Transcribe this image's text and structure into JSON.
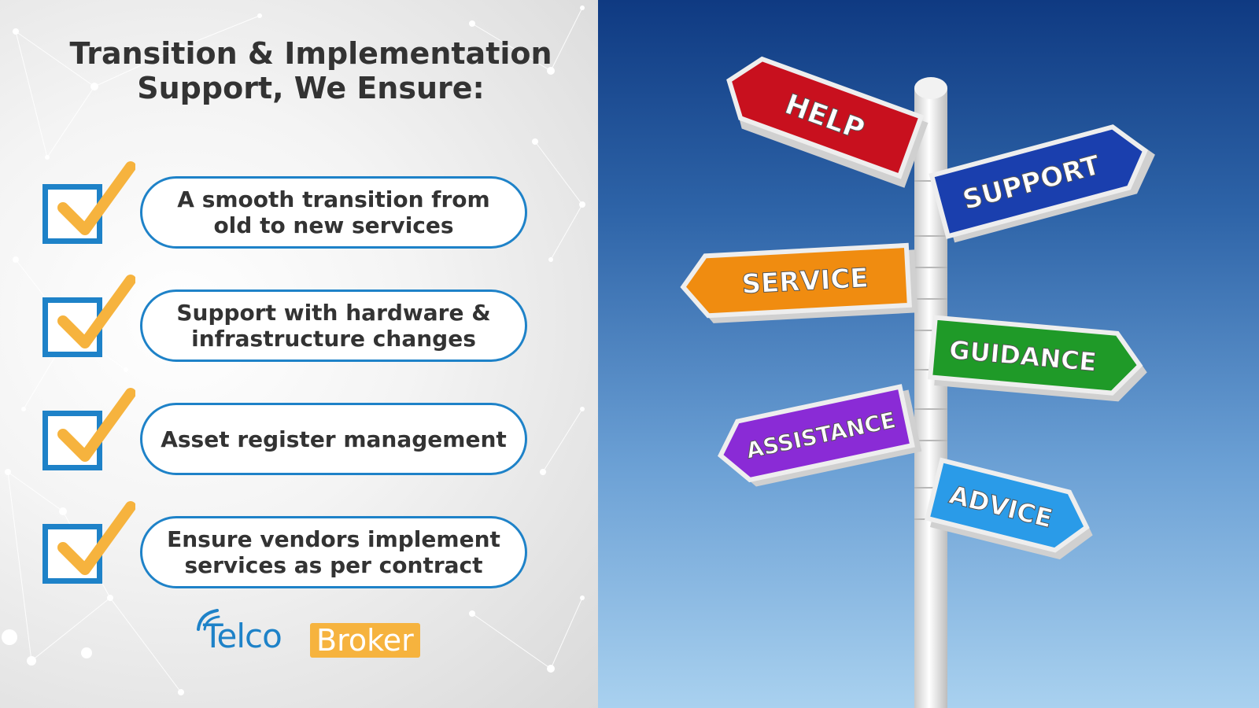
{
  "title": "Transition & Implementation Support, We Ensure:",
  "checklist": [
    {
      "text": "A smooth transition from old to new services"
    },
    {
      "text": "Support with hardware & infrastructure changes"
    },
    {
      "text": "Asset register management"
    },
    {
      "text": "Ensure vendors implement services as per contract"
    }
  ],
  "logo": {
    "part1": "Telco",
    "part2": "Broker"
  },
  "signs": {
    "help": {
      "label": "HELP",
      "color": "#c8101e"
    },
    "support": {
      "label": "SUPPORT",
      "color": "#1a3fae"
    },
    "service": {
      "label": "SERVICE",
      "color": "#f08c10"
    },
    "guidance": {
      "label": "GUIDANCE",
      "color": "#1f9a28"
    },
    "assistance": {
      "label": "ASSISTANCE",
      "color": "#8a2bd6"
    },
    "advice": {
      "label": "ADVICE",
      "color": "#2a9be8"
    }
  },
  "colors": {
    "accent": "#1e82c8",
    "check": "#f6b33e",
    "text": "#333333"
  }
}
